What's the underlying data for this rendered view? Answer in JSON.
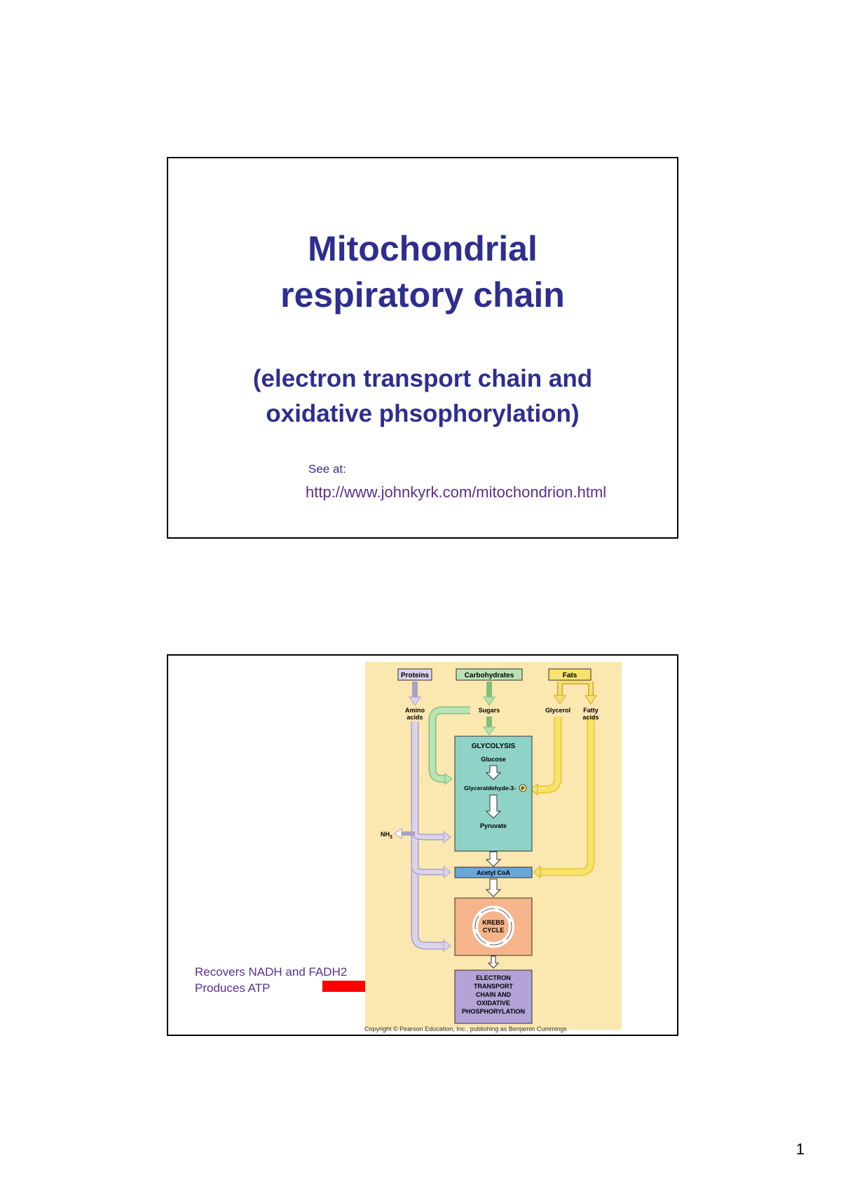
{
  "slide1": {
    "title_line1": "Mitochondrial",
    "title_line2": "respiratory chain",
    "subtitle_line1": "(electron transport chain and",
    "subtitle_line2": "oxidative phsophorylation)",
    "see_at": "See at:",
    "url": "http://www.johnkyrk.com/mitochondrion.html"
  },
  "slide2": {
    "note_line1": "Recovers NADH and FADH2",
    "note_line2": "Produces ATP",
    "diagram": {
      "proteins": "Proteins",
      "carbohydrates": "Carbohydrates",
      "fats": "Fats",
      "amino_acids_1": "Amino",
      "amino_acids_2": "acids",
      "sugars": "Sugars",
      "glycerol": "Glycerol",
      "fatty_acids_1": "Fatty",
      "fatty_acids_2": "acids",
      "glycolysis": "GLYCOLYSIS",
      "glucose": "Glucose",
      "g3p": "Glyceraldehyde-3-",
      "phosphate": "P",
      "nh3": "NH",
      "nh3_sub": "3",
      "pyruvate": "Pyruvate",
      "acetyl_coa": "Acetyl CoA",
      "krebs_1": "KREBS",
      "krebs_2": "CYCLE",
      "etc_1": "ELECTRON",
      "etc_2": "TRANSPORT",
      "etc_3": "CHAIN AND",
      "etc_4": "OXIDATIVE",
      "etc_5": "PHOSPHORYLATION"
    },
    "copyright": "Copyright © Pearson Education, Inc., publishing as Benjamin Cummings"
  },
  "colors": {
    "title": "#2e2e8f",
    "note": "#5a2e8f",
    "diagram_bg": "#fbe7b0",
    "glycolysis_box": "#8fd3c8",
    "acetyl_box": "#6aa6d8",
    "krebs_box": "#f6b48a",
    "etc_box": "#b3a3d6",
    "protein_arrow": "#d9d3ee",
    "carb_arrow": "#b9e3b5",
    "fat_arrow": "#f7e36b",
    "red_arrow": "#ff0000"
  },
  "page_number": "1"
}
